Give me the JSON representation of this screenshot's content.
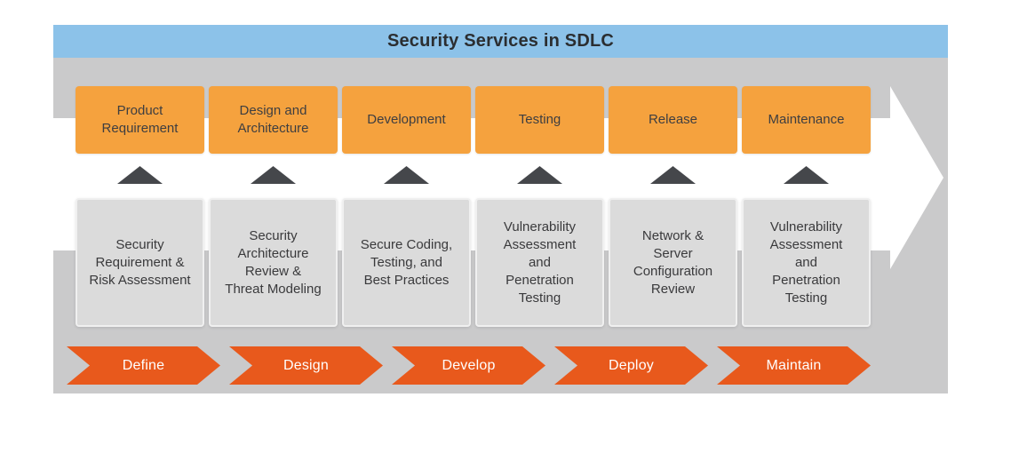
{
  "title": "Security Services in SDLC",
  "colors": {
    "title_bar": "#8CC2E9",
    "panel_gray": "#CACACB",
    "stage_orange": "#F5A23E",
    "service_gray": "#DBDBDB",
    "step_orange": "#E8591C",
    "connector_dark": "#45474B",
    "flow_arrow": "#FFFFFF"
  },
  "phases": [
    {
      "stage": "Product\nRequirement",
      "service": "Security\nRequirement &\nRisk Assessment"
    },
    {
      "stage": "Design and\nArchitecture",
      "service": "Security\nArchitecture\nReview &\nThreat Modeling"
    },
    {
      "stage": "Development",
      "service": "Secure Coding,\nTesting, and\nBest Practices"
    },
    {
      "stage": "Testing",
      "service": "Vulnerability\nAssessment\nand\nPenetration\nTesting"
    },
    {
      "stage": "Release",
      "service": "Network &\nServer\nConfiguration\nReview"
    },
    {
      "stage": "Maintenance",
      "service": "Vulnerability\nAssessment\nand\nPenetration\nTesting"
    }
  ],
  "steps": [
    {
      "label": "Define"
    },
    {
      "label": "Design"
    },
    {
      "label": "Develop"
    },
    {
      "label": "Deploy"
    },
    {
      "label": "Maintain"
    }
  ]
}
